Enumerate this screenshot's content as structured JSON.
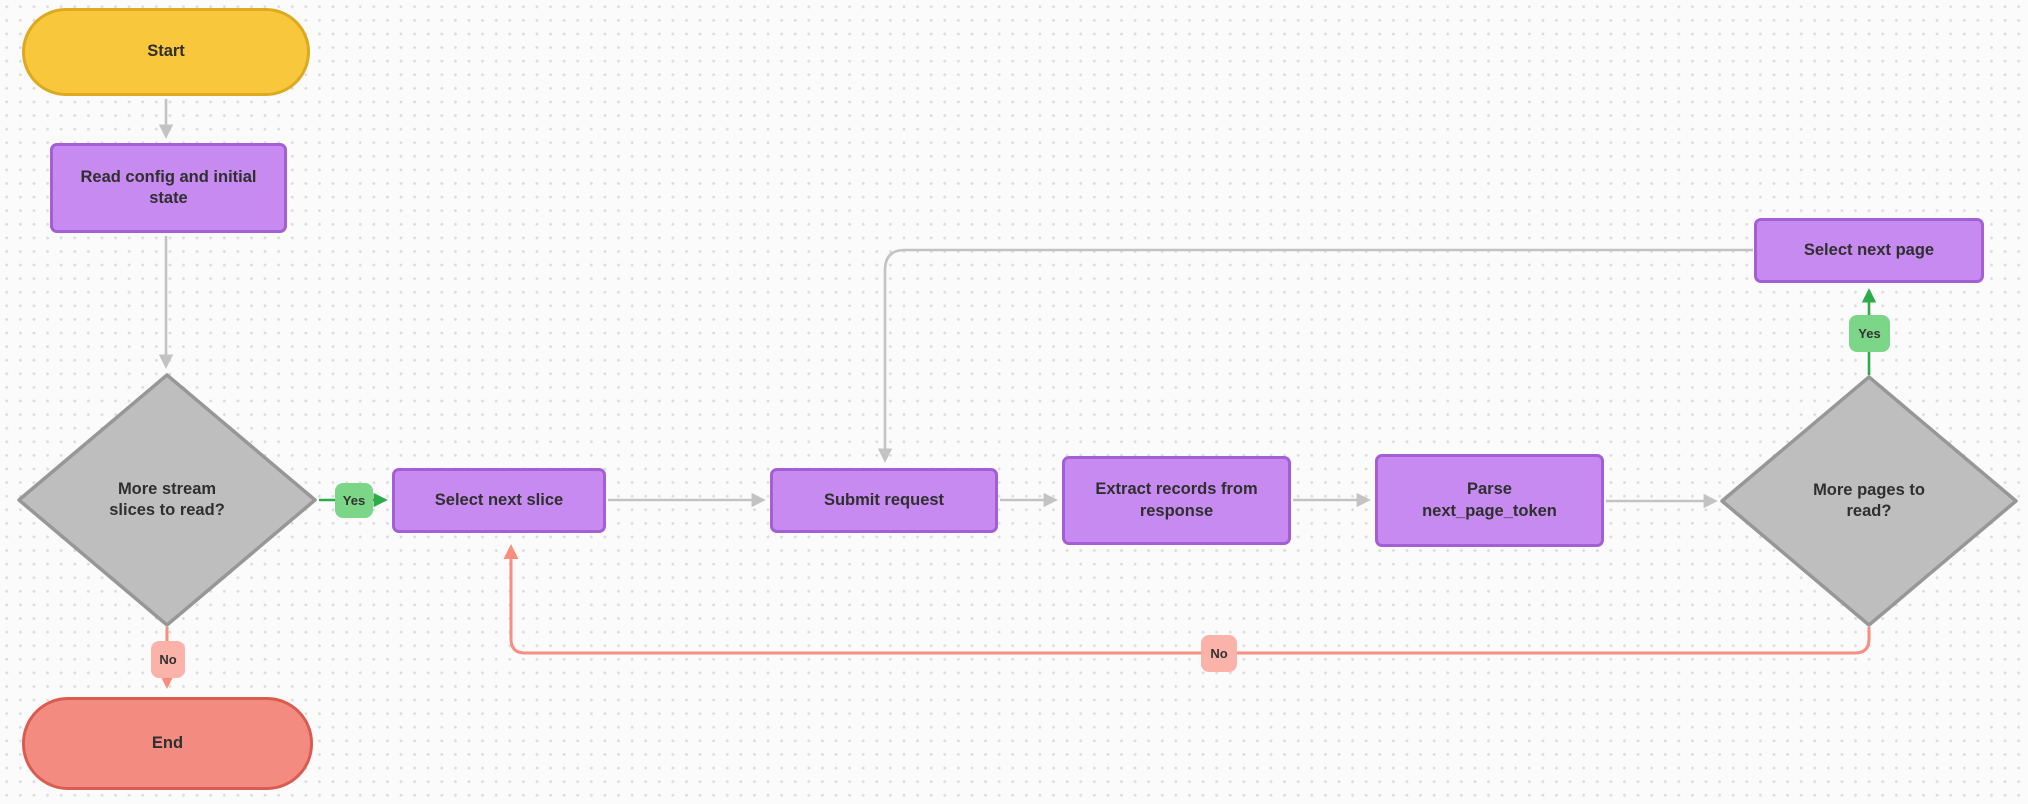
{
  "diagram": {
    "palette": {
      "bg": "#fbfbfb",
      "dot": "#dcdcdc",
      "text": "#2f2f2f",
      "connector_gray": "#c3c3c3",
      "yellow_fill": "#f9c73c",
      "yellow_border": "#dda920",
      "purple_fill": "#c78af0",
      "purple_border": "#a45fd5",
      "gray_fill": "#bebebe",
      "gray_border": "#979797",
      "green_fill": "#7cd688",
      "green_line": "#2dab4b",
      "pink_fill": "#f48b80",
      "pink_border": "#d85c50",
      "pink_label_fill": "#fbb3a9",
      "pink_line": "#f98d80"
    },
    "nodes": {
      "start": {
        "type": "terminator",
        "label": "Start"
      },
      "read_config": {
        "type": "process",
        "label": "Read config and initial\nstate"
      },
      "more_slices": {
        "type": "decision",
        "label": "More stream\nslices to read?"
      },
      "select_slice": {
        "type": "process",
        "label": "Select next slice"
      },
      "submit_request": {
        "type": "process",
        "label": "Submit request"
      },
      "extract_records": {
        "type": "process",
        "label": "Extract records from\nresponse"
      },
      "parse_token": {
        "type": "process",
        "label": "Parse\nnext_page_token"
      },
      "more_pages": {
        "type": "decision",
        "label": "More pages to\nread?"
      },
      "select_page": {
        "type": "process",
        "label": "Select next page"
      },
      "end": {
        "type": "terminator",
        "label": "End"
      }
    },
    "edges": [
      {
        "from": "start",
        "to": "read_config"
      },
      {
        "from": "read_config",
        "to": "more_slices"
      },
      {
        "from": "more_slices",
        "to": "select_slice",
        "label": "Yes"
      },
      {
        "from": "select_slice",
        "to": "submit_request"
      },
      {
        "from": "submit_request",
        "to": "extract_records"
      },
      {
        "from": "extract_records",
        "to": "parse_token"
      },
      {
        "from": "parse_token",
        "to": "more_pages"
      },
      {
        "from": "more_pages",
        "to": "select_page",
        "label": "Yes"
      },
      {
        "from": "select_page",
        "to": "submit_request"
      },
      {
        "from": "more_pages",
        "to": "select_slice",
        "label": "No"
      },
      {
        "from": "more_slices",
        "to": "end",
        "label": "No"
      }
    ]
  }
}
